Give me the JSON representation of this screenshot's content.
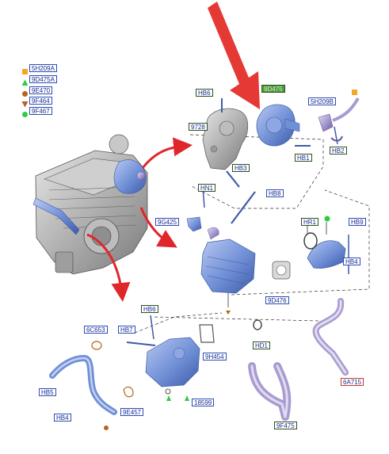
{
  "legend": [
    {
      "code": "5H209A",
      "symbol": "square",
      "color": "#f5a623"
    },
    {
      "code": "9D475A",
      "symbol": "triangle-up",
      "color": "#2ecc40"
    },
    {
      "code": "9E470",
      "symbol": "circle",
      "color": "#b5651d"
    },
    {
      "code": "9F464",
      "symbol": "triangle-down",
      "color": "#b5651d"
    },
    {
      "code": "9F467",
      "symbol": "circle",
      "color": "#2ecc40"
    }
  ],
  "labels": {
    "hb6_top": "HB6",
    "turbo_9d475": "9D475",
    "code_5h209b": "5H209B",
    "code_9728": "9728",
    "hb2": "HB2",
    "hb1": "HB1",
    "hb3": "HB3",
    "hn1": "HN1",
    "hb8": "HB8",
    "code_9g425": "9G425",
    "hr1": "HR1",
    "hb9": "HB9",
    "hb4_right": "HB4",
    "code_9d476": "9D476",
    "hb6_bottom": "HB6",
    "code_6c653": "6C653",
    "hb7": "HB7",
    "code_9h454": "9H454",
    "hd1": "HD1",
    "code_6a715": "6A715",
    "hb5": "HB5",
    "hb4_left": "HB4",
    "code_9e457": "9E457",
    "code_18599": "18599",
    "code_9f475": "9F475"
  },
  "colors": {
    "label_text": "#1a2a8c",
    "label_border_green": "#2d4f1e",
    "label_border_blue": "#2a4cb8",
    "label_border_red": "#c0392b",
    "part_blue": "#6f8fd6",
    "part_blue_dark": "#3f5aa8",
    "part_purple": "#a99bd0",
    "engine_grey": "#9a9a9a",
    "arrow_red": "#e0262b",
    "callout_arrow": "#e53935"
  }
}
